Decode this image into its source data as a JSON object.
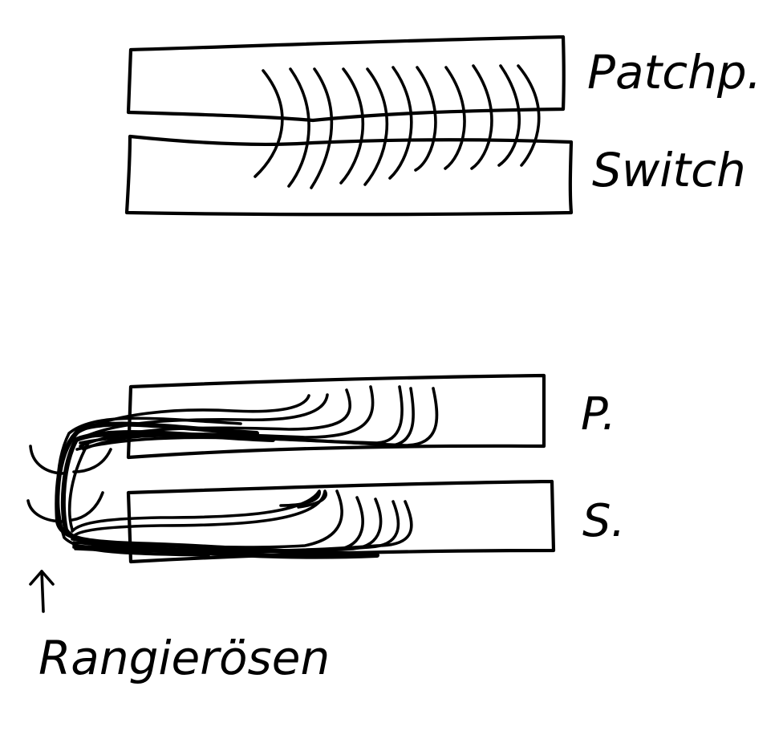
{
  "colors": {
    "ink": "#000000",
    "paper": "#ffffff"
  },
  "top_diagram": {
    "patchpanel_label": "Patchp.",
    "switch_label": "Switch"
  },
  "bottom_diagram": {
    "patchpanel_label": "P.",
    "switch_label": "S.",
    "arrow_label": "Rangierösen",
    "arrow_icon": "arrow-up-icon"
  }
}
